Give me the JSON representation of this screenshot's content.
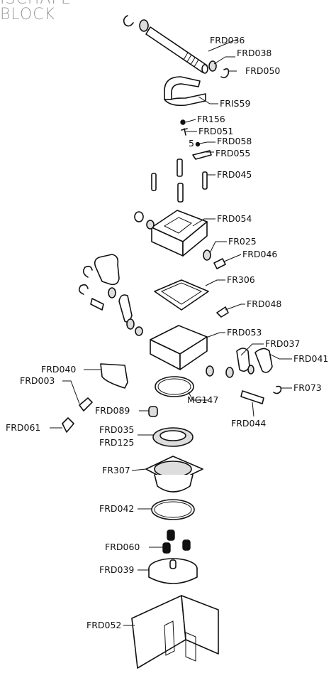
{
  "header": {
    "line1": "ISCHAFE",
    "line2": "BLOCK"
  },
  "parts": [
    {
      "id": "FRD036"
    },
    {
      "id": "FRD038"
    },
    {
      "id": "FRD050"
    },
    {
      "id": "FRIS59"
    },
    {
      "id": "FR156"
    },
    {
      "id": "FRD051"
    },
    {
      "id": "FRD058"
    },
    {
      "id": "FRD055"
    },
    {
      "id": "FRD045"
    },
    {
      "id": "FRD054"
    },
    {
      "id": "FR025"
    },
    {
      "id": "FRD046"
    },
    {
      "id": "FR306"
    },
    {
      "id": "FRD048"
    },
    {
      "id": "FRD053"
    },
    {
      "id": "FRD037"
    },
    {
      "id": "FRD041"
    },
    {
      "id": "FRD040"
    },
    {
      "id": "FR073"
    },
    {
      "id": "MG147"
    },
    {
      "id": "FRD003"
    },
    {
      "id": "FRD089"
    },
    {
      "id": "FRD044"
    },
    {
      "id": "FRD061"
    },
    {
      "id": "FRD035"
    },
    {
      "id": "FRD125"
    },
    {
      "id": "FR307"
    },
    {
      "id": "FRD042"
    },
    {
      "id": "FRD060"
    },
    {
      "id": "FRD039"
    },
    {
      "id": "FRD052"
    }
  ],
  "qty_note": "5"
}
